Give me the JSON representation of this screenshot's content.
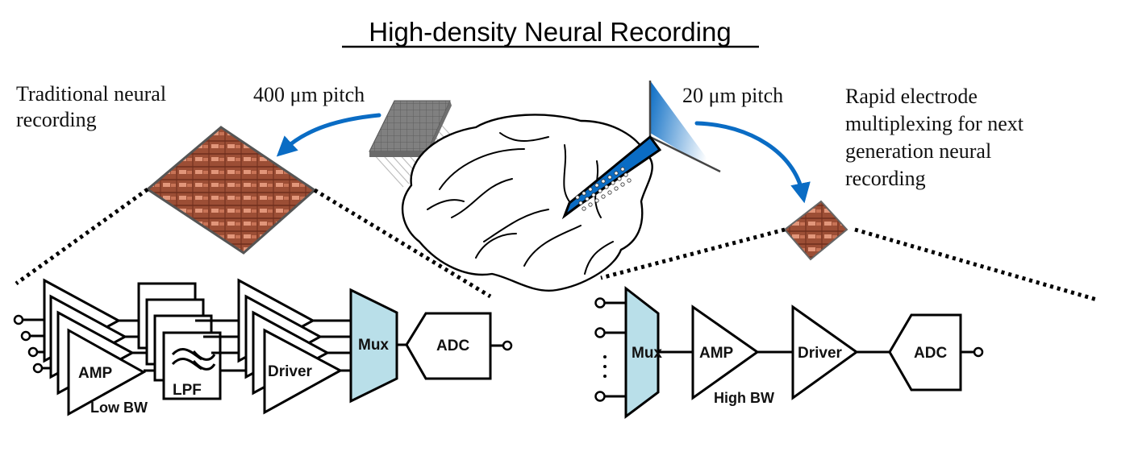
{
  "title": "High-density Neural Recording",
  "colors": {
    "accent_blue": "#0a6cc4",
    "mux_fill": "#b9dfe9",
    "chip_copper": "#a5533b",
    "array_gray": "#7a7a7a"
  },
  "left": {
    "caption_lines": [
      "Traditional neural",
      "recording"
    ],
    "pitch_label": "400 μm pitch",
    "chain": {
      "channels": 4,
      "amp_label": "AMP",
      "amp_note": "Low BW",
      "filter_label": "LPF",
      "driver_label": "Driver",
      "mux_label": "Mux",
      "adc_label": "ADC"
    }
  },
  "right": {
    "caption_lines": [
      "Rapid electrode",
      "multiplexing for next",
      "generation neural",
      "recording"
    ],
    "pitch_label": "20 μm pitch",
    "chain": {
      "mux_label": "Mux",
      "amp_label": "AMP",
      "amp_note": "High BW",
      "driver_label": "Driver",
      "adc_label": "ADC",
      "ellipsis": "⋮"
    }
  },
  "icons": {
    "brain": "brain-illustration",
    "utah_array": "electrode-array-icon",
    "probe": "shank-probe-icon",
    "chip_large": "chip-die-icon",
    "chip_small": "chip-die-icon"
  }
}
